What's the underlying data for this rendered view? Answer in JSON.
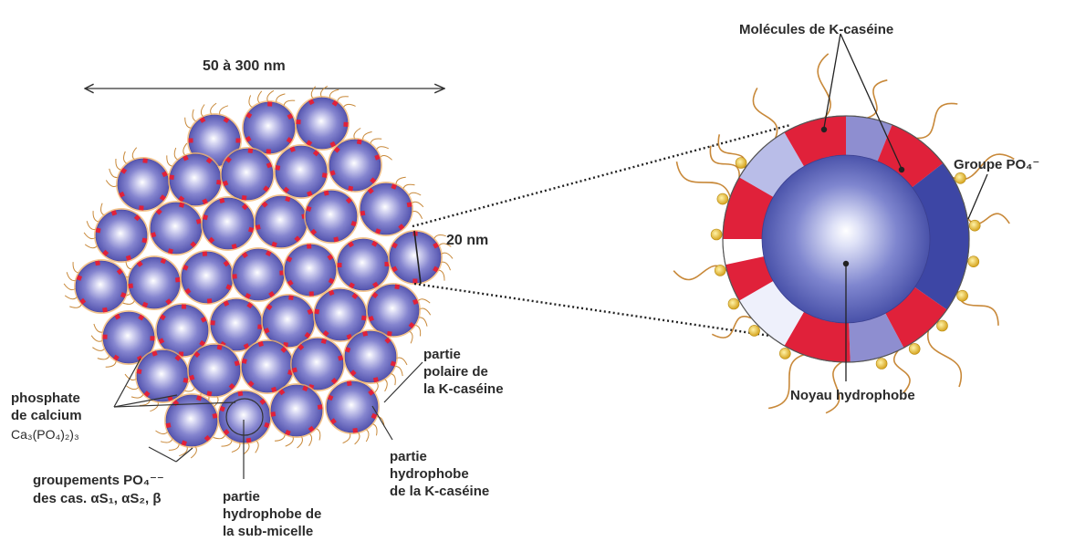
{
  "left_panel": {
    "size_label": "50 à 300 nm",
    "submicelle_size_label": "20 nm",
    "labels": {
      "phosphate_line1": "phosphate",
      "phosphate_line2": "de calcium",
      "phosphate_formula": "Ca₃(PO₄)₂)₃",
      "groupements_line1": "groupements PO₄⁻⁻",
      "groupements_line2": "des cas. αS₁, αS₂, β",
      "partie_polaire_line1": "partie",
      "partie_polaire_line2": "polaire de",
      "partie_polaire_line3": "la K-caséine",
      "partie_hydrophobe_k_line1": "partie",
      "partie_hydrophobe_k_line2": "hydrophobe",
      "partie_hydrophobe_k_line3": "de la K-caséine",
      "partie_hydrophobe_sub_line1": "partie",
      "partie_hydrophobe_sub_line2": "hydrophobe de",
      "partie_hydrophobe_sub_line3": "la sub-micelle"
    }
  },
  "right_panel": {
    "molecules_label": "Molécules de K-caséine",
    "groupe_label": "Groupe PO₄⁻",
    "noyau_label": "Noyau hydrophobe"
  },
  "colors": {
    "sphere_core": "#ffffff",
    "sphere_edge": "#4a4aa8",
    "kcasein_red": "#e0213a",
    "kcasein_light": "#8e8ed0",
    "phosphate_yellow": "#f2cd3c",
    "hair_orange": "#c8893a",
    "text": "#2b2b2b"
  }
}
